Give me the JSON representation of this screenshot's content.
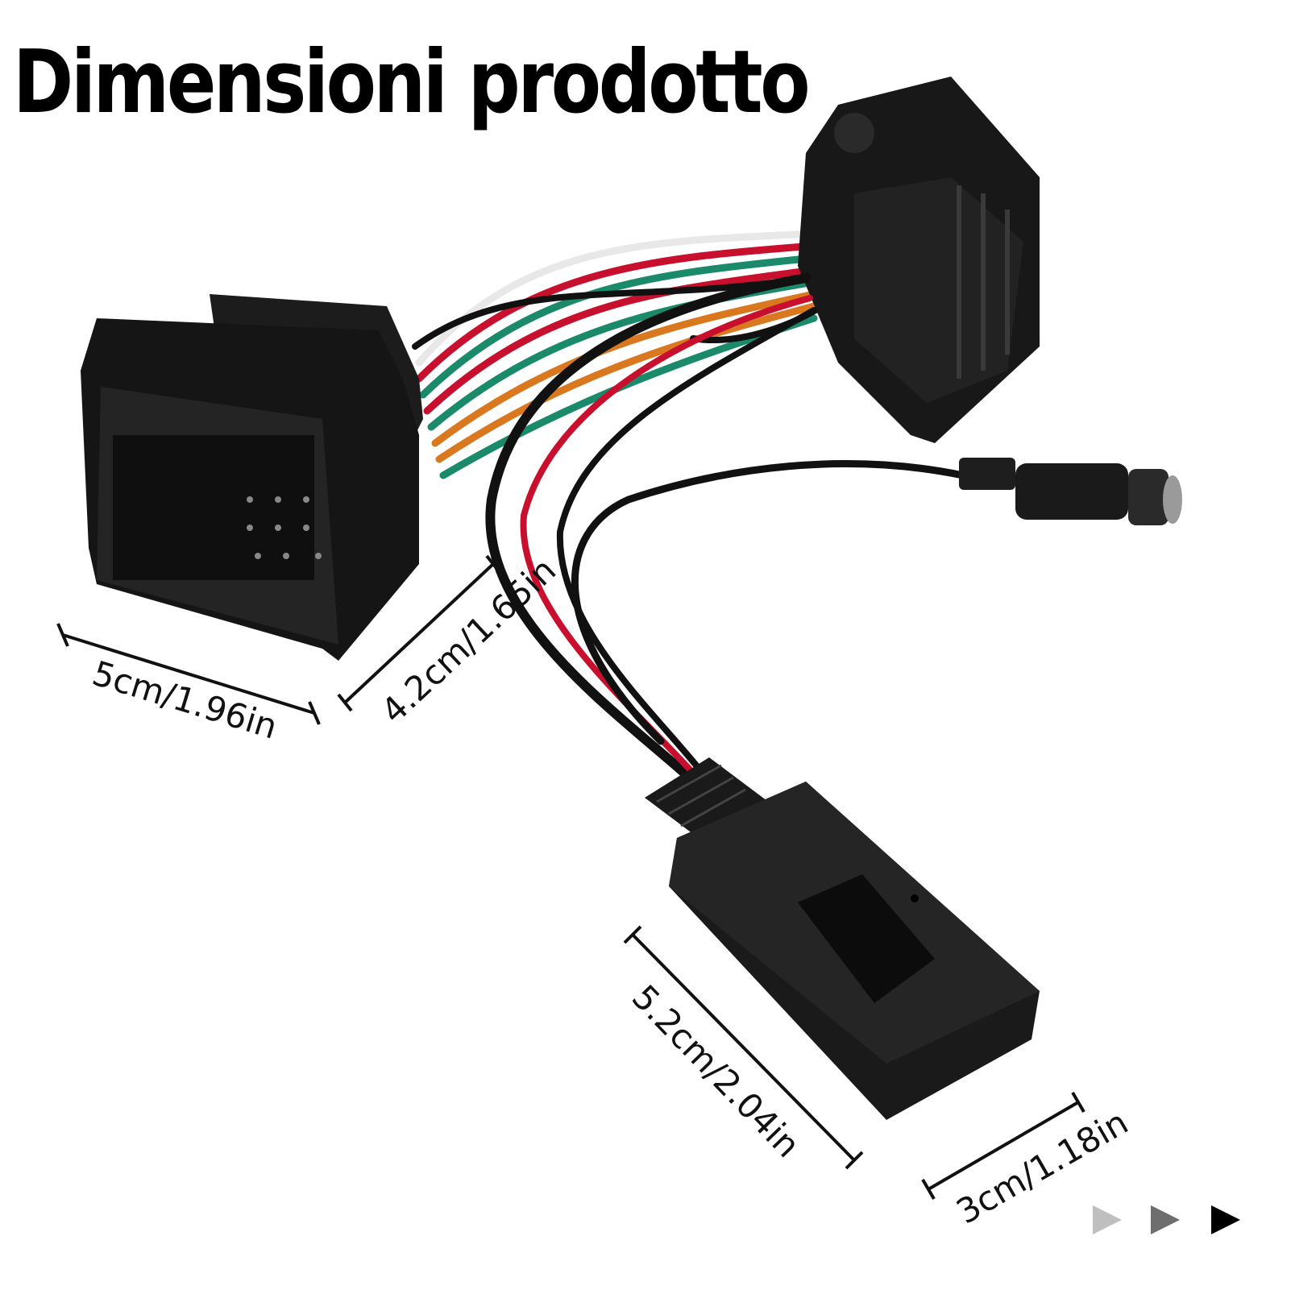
{
  "title": "Dimensioni prodotto",
  "dimensions": {
    "plug_width": "5cm/1.96in",
    "plug_height": "4.2cm/1.65in",
    "module_length": "5.2cm/2.04in",
    "module_width": "3cm/1.18in"
  },
  "nav_arrows": [
    {
      "icon": "play-arrow-icon",
      "color": "#bfbfbf"
    },
    {
      "icon": "play-arrow-icon",
      "color": "#6e6e6e"
    },
    {
      "icon": "play-arrow-icon",
      "color": "#000000"
    }
  ],
  "colors": {
    "plastic": "#1a1a1a",
    "wire_red": "#c8102e",
    "wire_green": "#1a8a6a",
    "wire_orange": "#d9781e",
    "wire_white": "#e8e8e8"
  }
}
